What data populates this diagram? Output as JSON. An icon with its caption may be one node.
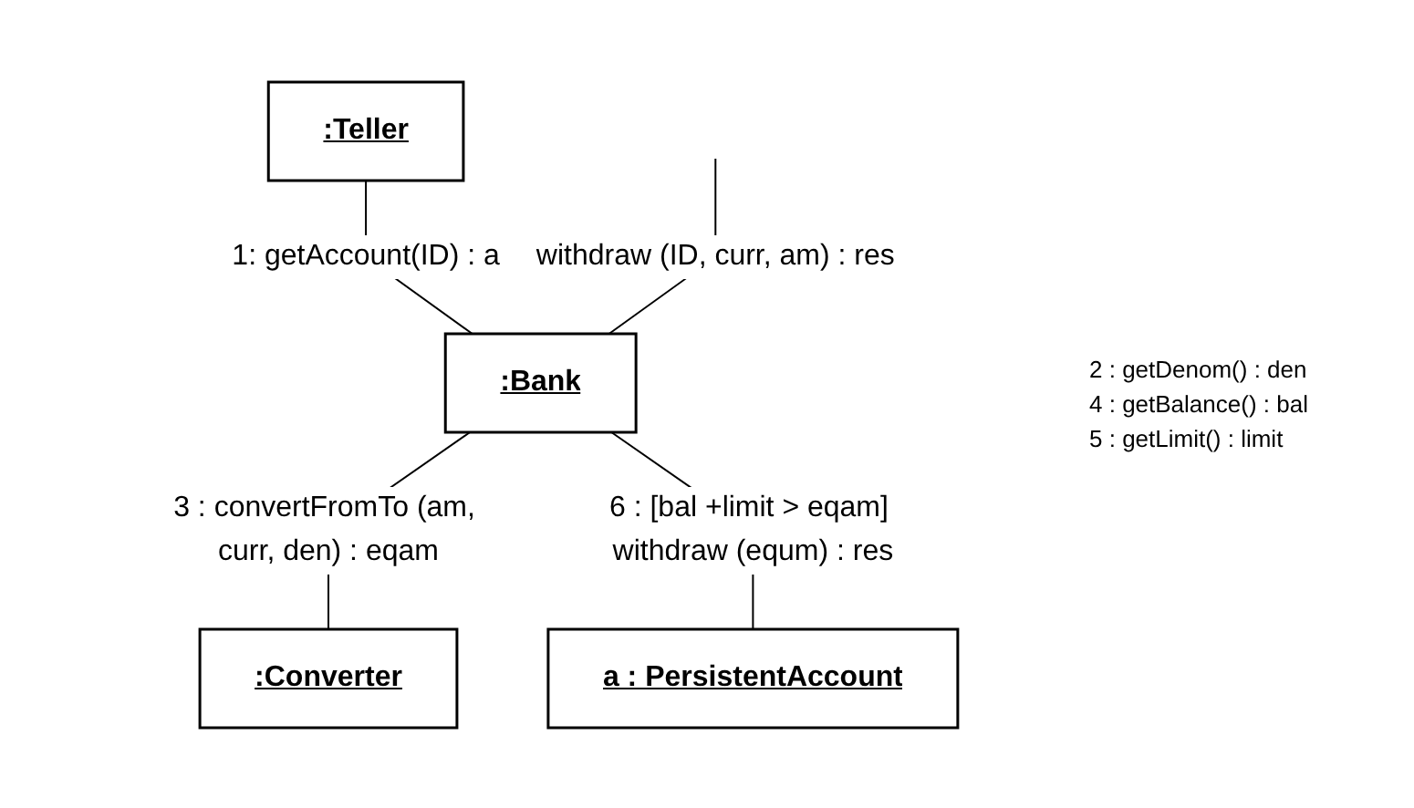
{
  "diagram": {
    "nodes": [
      {
        "text": [
          ":Teller"
        ]
      },
      {
        "text": [
          ":Bank"
        ]
      },
      {
        "text": [
          "a : PersistentAccount"
        ]
      },
      {
        "text": [
          ":Converter"
        ]
      }
    ],
    "edges": [
      {
        "from": 0,
        "to": 1,
        "arrow": "none",
        "label": "1: getAccount(ID) : a"
      },
      {
        "from": null,
        "to": 1,
        "arrow": "none",
        "label": "withdraw (ID, curr, am) : res"
      },
      {
        "from": 1,
        "to": 3,
        "arrow": "none",
        "label": "3 : convertFromTo (am, curr, den) : eqam"
      },
      {
        "from": 1,
        "to": 2,
        "arrow": "none",
        "label": "6 : [bal +limit > eqam] withdraw (equm) : res"
      }
    ],
    "labels": [
      "2 : getDenom() : den",
      "4 : getBalance() : bal",
      "5 : getLimit() : limit"
    ]
  }
}
